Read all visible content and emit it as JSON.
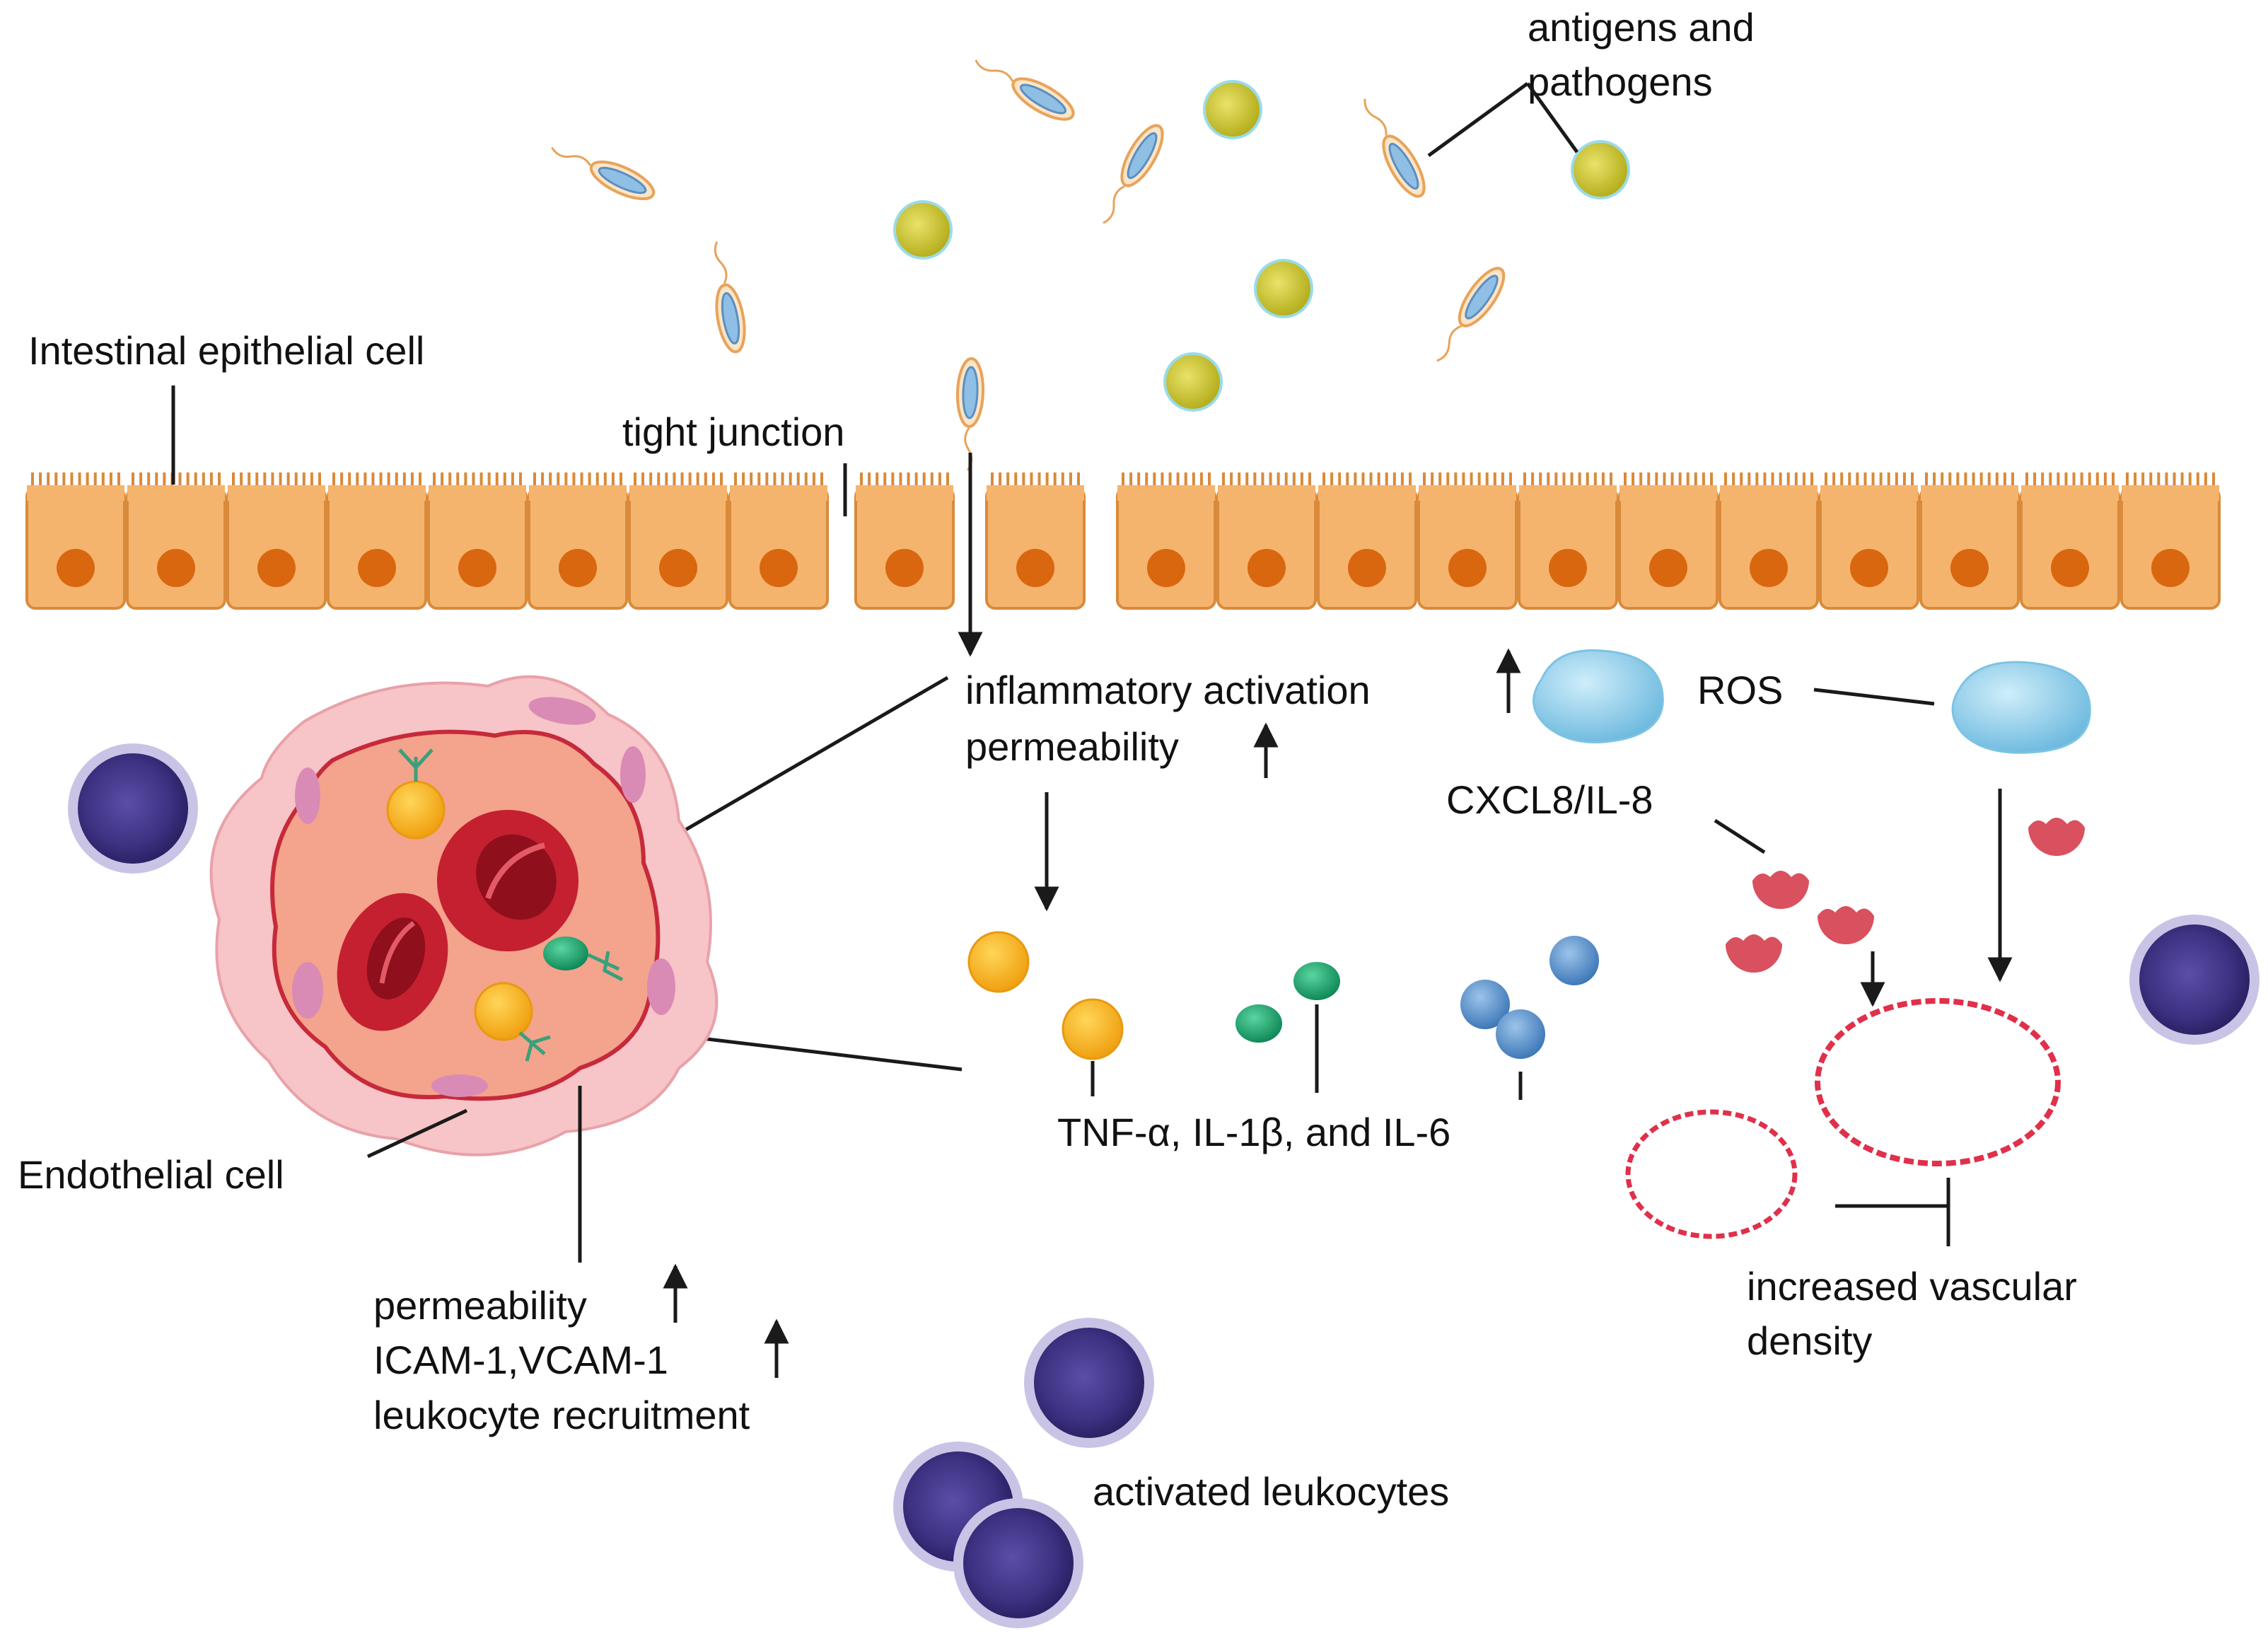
{
  "labels": {
    "antigens_line1": "antigens and",
    "antigens_line2": "pathogens",
    "epithelial": "Intestinal epithelial cell",
    "tight_junction": "tight junction",
    "inflammatory": "inflammatory activation",
    "permeability_top": "permeability",
    "ros": "ROS",
    "cxcl8": "CXCL8/IL-8",
    "cytokines": "TNF-α, IL-1β, and IL-6",
    "endothelial": "Endothelial cell",
    "permeability_bottom": "permeability",
    "icam": "ICAM-1,VCAM-1",
    "leukocyte_recruitment": "leukocyte recruitment",
    "activated_leukocytes": "activated leukocytes",
    "vascular_line1": "increased vascular",
    "vascular_line2": "density"
  },
  "colors": {
    "epithelium_fill": "#f5b46e",
    "epithelium_stroke": "#d98a3a",
    "nucleus": "#d9670f",
    "pathogen_sphere": "#c9c42a",
    "bacteria": "#8fbfe4",
    "leukocyte": "#4b3f94",
    "ros": "#8fcfea",
    "cxcl8": "#d9505e",
    "tnf": "#f5b21e",
    "il1b": "#1aa36e",
    "il6": "#5a93cc",
    "vessel": "#e0304a",
    "blood_vessel_wall": "#f7c4c8",
    "red_blood_cell": "#c42030",
    "arrow": "#1a1a1a"
  },
  "icons": [
    "bacterium-icon",
    "antigen-sphere-icon",
    "leukocyte-icon",
    "ros-blob-icon",
    "chemokine-icon",
    "cytokine-icon",
    "blood-vessel-icon",
    "red-blood-cell-icon",
    "up-arrow-icon"
  ]
}
